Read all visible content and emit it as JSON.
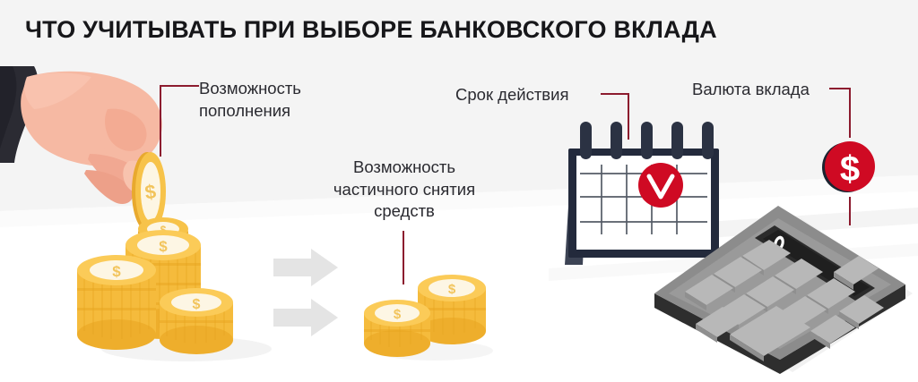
{
  "title": "ЧТО УЧИТЫВАТЬ ПРИ ВЫБОРЕ БАНКОВСКОГО ВКЛАДА",
  "labels": {
    "replenish": "Возможность\nпополнения",
    "partial_withdrawal": "Возможность\nчастичного снятия\nсредств",
    "term": "Срок действия",
    "currency": "Валюта вклада"
  },
  "icons": {
    "hand_with_coin": "hand-holding-coin-icon",
    "coin_stacks_left": "coin-stacks-icon",
    "coin_stacks_right": "coin-stacks-icon",
    "arrow_top": "arrow-right-icon",
    "arrow_bottom": "arrow-right-icon",
    "calendar": "calendar-icon",
    "calendar_check": "check-circle-icon",
    "currency_badge": "dollar-coin-icon",
    "calculator": "calculator-icon"
  },
  "symbols": {
    "coin_sign": "$",
    "currency_badge_sign": "$",
    "calculator_display_value": "0"
  },
  "colors": {
    "background_top": "#f4f4f4",
    "background_band": "#ffffff",
    "title_text": "#17171a",
    "label_text": "#2a2a30",
    "connector_line": "#8c1b2e",
    "accent_red": "#cf0a23",
    "coin_gold": "#f7c34a",
    "coin_gold_dark": "#e8a92e",
    "coin_face": "#fdf6e4",
    "skin": "#f4b19a",
    "sleeve_dark": "#2b2b33",
    "calendar_dark": "#232a3c",
    "calculator_body": "#8c8c8c",
    "calculator_dark": "#3a3a3a",
    "arrow_gray": "#e2e2e2"
  }
}
